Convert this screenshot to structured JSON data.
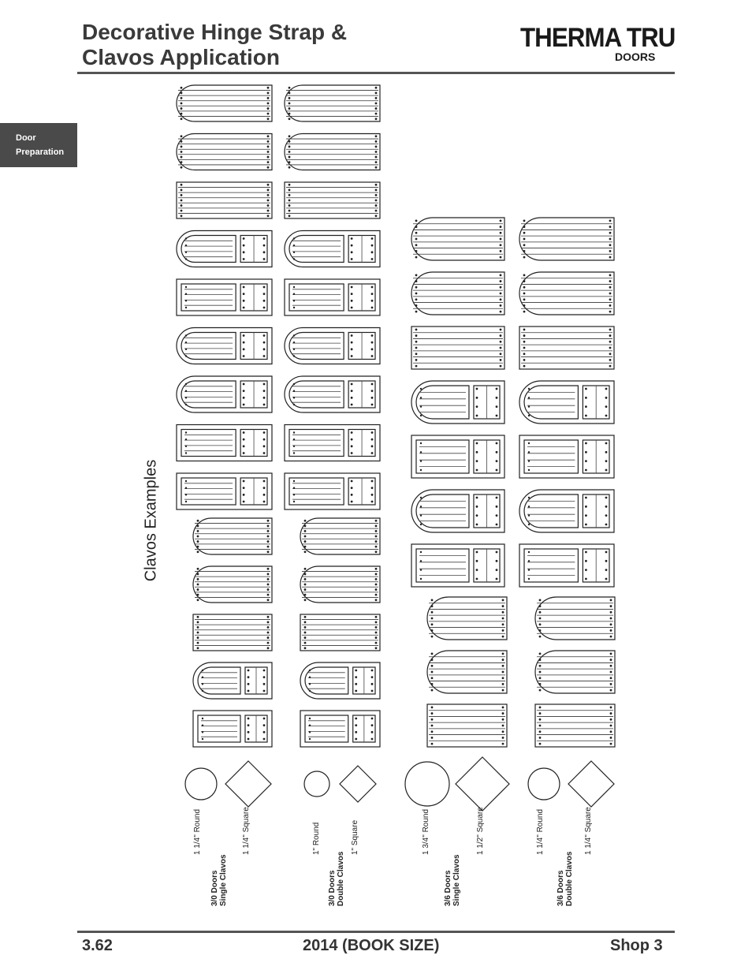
{
  "header": {
    "title_line1": "Decorative Hinge Strap &",
    "title_line2": "Clavos Application",
    "logo_main": "THERMA TRU",
    "logo_sub": "DOORS"
  },
  "sidebar": {
    "line1": "Door",
    "line2": "Preparation"
  },
  "section_label": "Clavos Examples",
  "groups": [
    {
      "doors_line1": "3/0 Doors",
      "doors_line2": "Single Clavos",
      "round": "1 1/4\" Round",
      "square": "1 1/4\" Square"
    },
    {
      "doors_line1": "3/0 Doors",
      "doors_line2": "Double Clavos",
      "round": "1\" Round",
      "square": "1\" Square"
    },
    {
      "doors_line1": "3/6 Doors",
      "doors_line2": "Single Clavos",
      "round": "1 3/4\" Round",
      "square": "1 1/2\" Square"
    },
    {
      "doors_line1": "3/6 Doors",
      "doors_line2": "Double Clavos",
      "round": "1 1/4\" Round",
      "square": "1 1/4\" Square"
    }
  ],
  "footer": {
    "page": "3.62",
    "edition": "2014 (BOOK SIZE)",
    "section": "Shop 3"
  }
}
